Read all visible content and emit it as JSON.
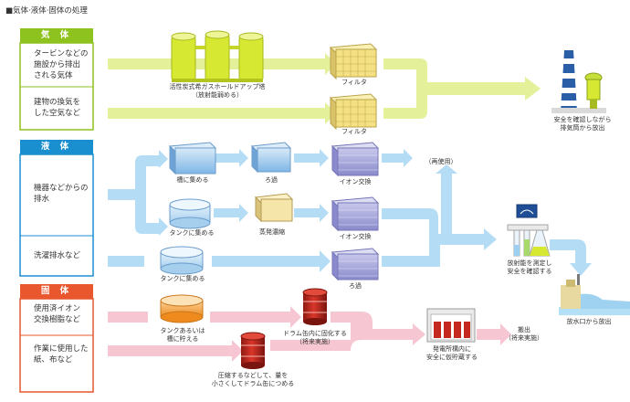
{
  "title": "■気体·液体·固体の処理",
  "sections": {
    "gas": {
      "header": "気 体",
      "sources": [
        "タービンなどの\n施設から排出\nされる気体",
        "建物の換気を\nした空気など"
      ]
    },
    "liquid": {
      "header": "液 体",
      "sources": [
        "機器などからの\n排水",
        "洗濯排水など"
      ]
    },
    "solid": {
      "header": "固 体",
      "sources": [
        "使用済イオン\n交換樹脂など",
        "作業に使用した\n紙、布など"
      ]
    }
  },
  "labels": {
    "charcoal_tower": "活性炭式希ガスホールドアップ塔\n（放射能弱める）",
    "filter1": "フィルタ",
    "filter2": "フィルタ",
    "stack": "安全を確認しながら\n排気筒から放出",
    "tank_collect1": "槽に集める",
    "filtration1": "ろ過",
    "ion_exchange1": "イオン交換",
    "reuse": "（再使用）",
    "tank_collect2": "タンクに集める",
    "evaporation": "蒸発濃縮",
    "ion_exchange2": "イオン交換",
    "measure": "放射能を測定し\n安全を確認する",
    "tank_collect3": "タンクに集める",
    "filtration2": "ろ過",
    "discharge_outlet": "放水口から放出",
    "tank_store": "タンクあるいは\n槽に貯える",
    "drum_solidify": "ドラム缶内に固化する\n（将来実施）",
    "compress": "圧縮するなどして、量を\n小さくしてドラム缶につめる",
    "storage_building": "発電所構内に\n安全に仮貯蔵する",
    "carry_out": "搬出\n（将来実施）"
  },
  "colors": {
    "gas_header": "#8dc21f",
    "gas_arrow": "#e4f09a",
    "liquid_header": "#1a8fd0",
    "liquid_arrow": "#b4ddf5",
    "solid_header": "#e8572e",
    "solid_arrow": "#f7c6d3",
    "tower": "#d6e832",
    "filter": "#f3e184",
    "ion": "#9a9ad0",
    "drum": "#c4281e",
    "tank_orange": "#f3a23c"
  }
}
